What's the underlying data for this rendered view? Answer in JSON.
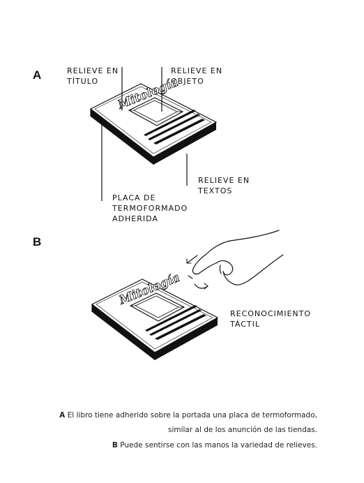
{
  "panel_a": {
    "letter": "A",
    "labels": {
      "relieve_titulo": [
        "RELIEVE EN",
        "TÍTULO"
      ],
      "relieve_objeto": [
        "RELIEVE EN",
        "OBJETO"
      ],
      "relieve_textos": [
        "RELIEVE EN",
        "TEXTOS"
      ],
      "placa": [
        "PLACA DE",
        "TERMOFORMADO",
        "ADHERIDA"
      ]
    }
  },
  "panel_b": {
    "letter": "B",
    "labels": {
      "reconocimiento": [
        "RECONOCIMIENTO",
        "TÁCTIL"
      ]
    }
  },
  "book_title_script": "Mitología",
  "captions": [
    {
      "key": "A",
      "lines": [
        "El libro tiene adherido sobre la portada una placa de termoformado,",
        "similar al de los anunción de las tiendas."
      ]
    },
    {
      "key": "B",
      "lines": [
        "Puede sentirse con las manos la variedad de relieves."
      ]
    }
  ],
  "colors": {
    "ink": "#111111",
    "paper": "#ffffff"
  }
}
